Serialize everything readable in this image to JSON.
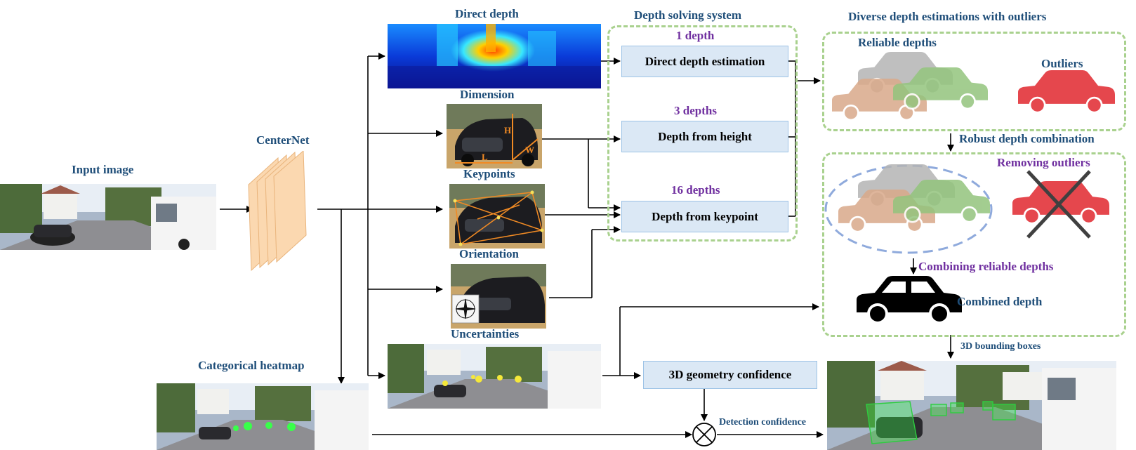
{
  "labels": {
    "input_image": "Input image",
    "centernet": "CenterNet",
    "categorical_heatmap": "Categorical heatmap",
    "direct_depth": "Direct depth",
    "dimension": "Dimension",
    "keypoints": "Keypoints",
    "orientation": "Orientation",
    "uncertainties": "Uncertainties",
    "depth_solving_system": "Depth solving system",
    "one_depth": "1 depth",
    "three_depths": "3 depths",
    "sixteen_depths": "16 depths",
    "direct_depth_estimation": "Direct depth estimation",
    "depth_from_height": "Depth from height",
    "depth_from_keypoint": "Depth from keypoint",
    "geometry_confidence": "3D geometry confidence",
    "detection_confidence": "Detection confidence",
    "diverse_title": "Diverse depth estimations with outliers",
    "reliable_depths": "Reliable depths",
    "outliers": "Outliers",
    "robust_combination": "Robust depth combination",
    "removing_outliers": "Removing outliers",
    "combining_reliable": "Combining reliable depths",
    "combined_depth": "Combined depth",
    "bounding_boxes": "3D bounding boxes",
    "dim_H": "H",
    "dim_L": "L",
    "dim_W": "W"
  },
  "colors": {
    "title_blue": "#1f4e79",
    "purple": "#7030a0",
    "box_fill": "#dbe8f5",
    "box_border": "#9dc3e6",
    "dash_green": "#a9d18e",
    "car_grey": "#b4b4b4",
    "car_tan": "#d9a98a",
    "car_green": "#93c47d",
    "car_red": "#e5474d",
    "orange": "#f08a24",
    "centernet_layer": "#fbd8b0"
  }
}
